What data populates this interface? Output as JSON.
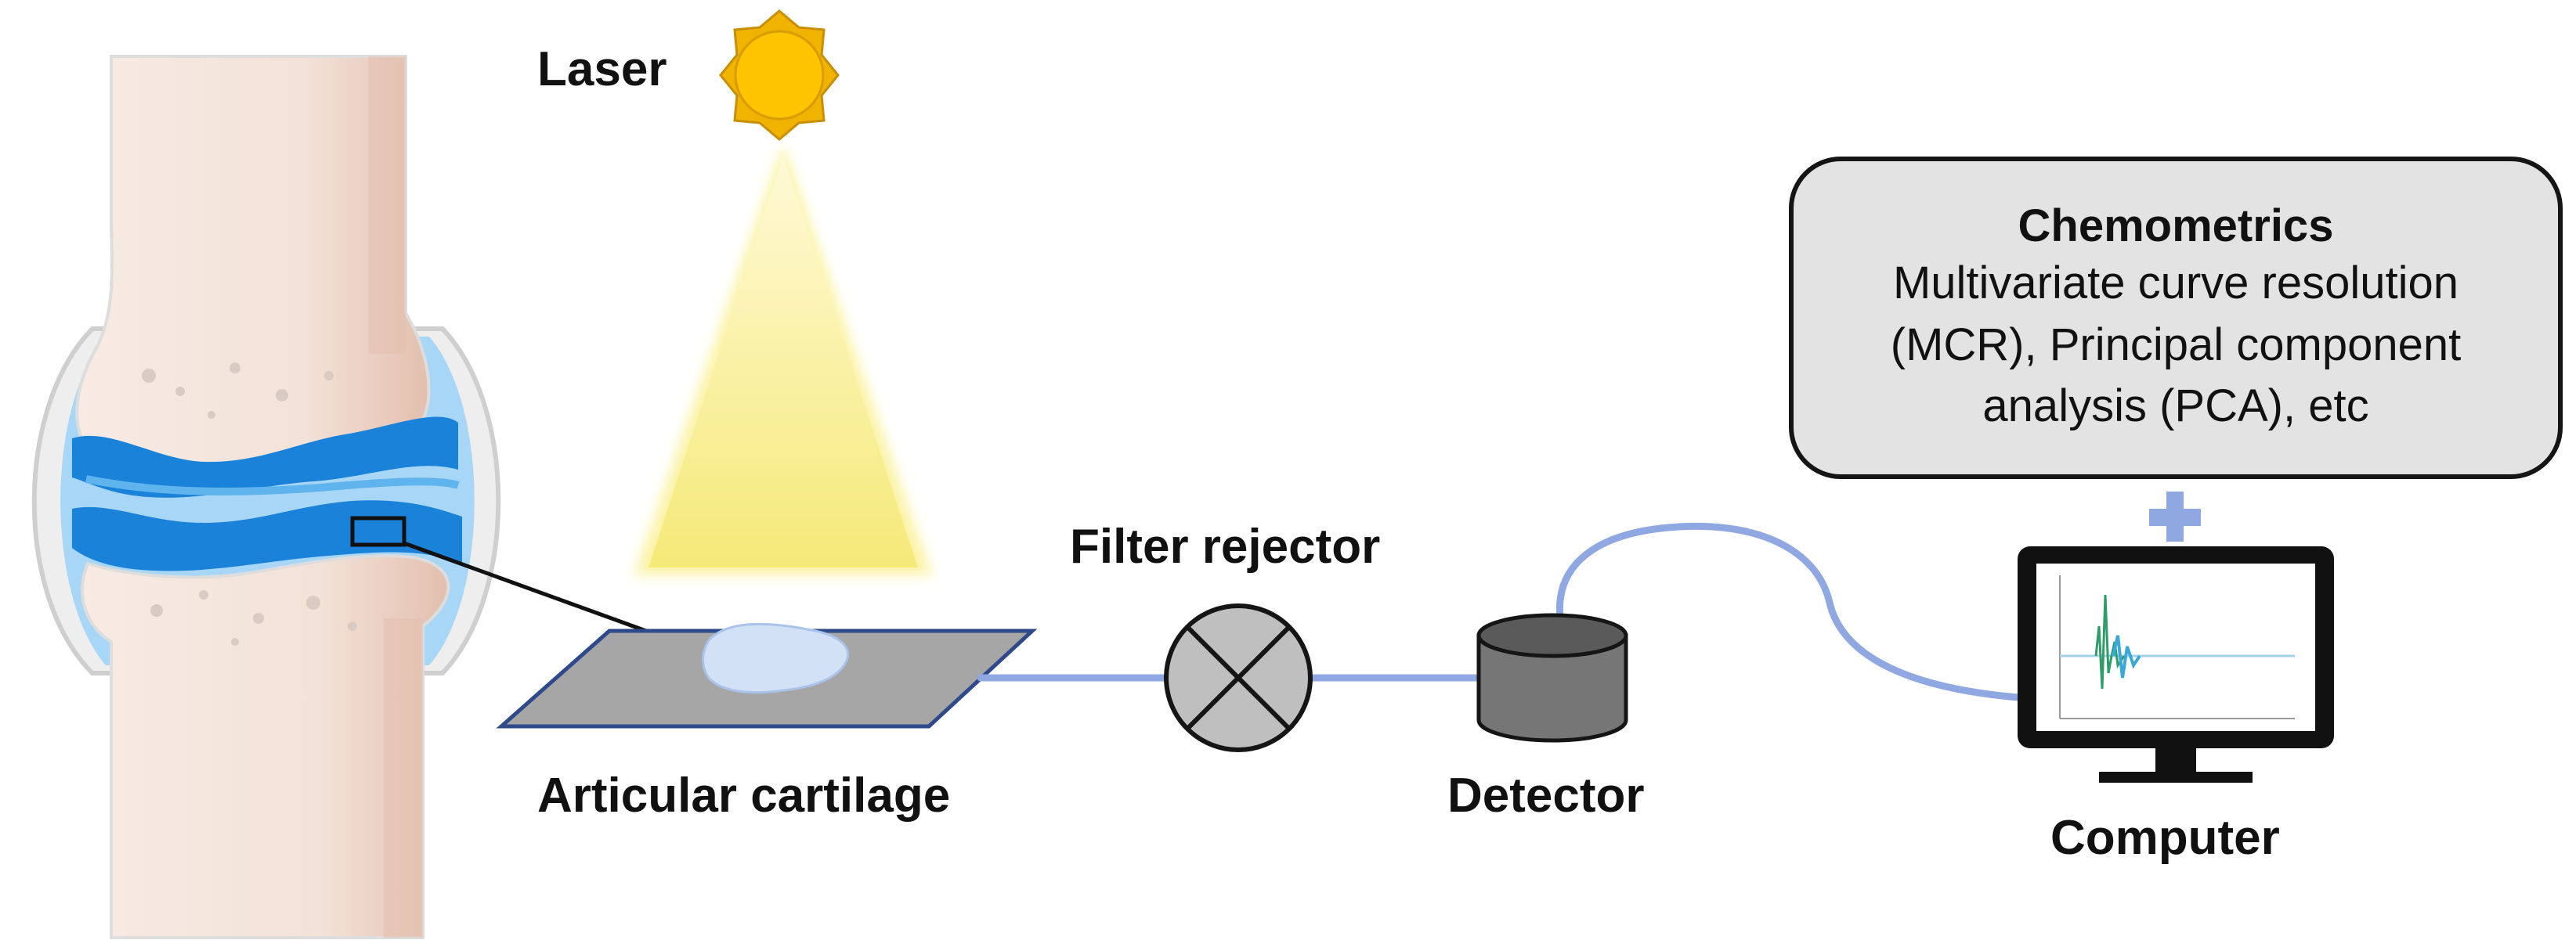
{
  "labels": {
    "laser": "Laser",
    "filter_rejector": "Filter rejector",
    "articular_cartilage": "Articular cartilage",
    "detector": "Detector",
    "computer": "Computer"
  },
  "chemometrics": {
    "title": "Chemometrics",
    "lines": [
      "Multivariate curve resolution",
      "(MCR), Principal component",
      "analysis (PCA), etc"
    ]
  },
  "icons": {
    "joint": "knee-joint-illustration",
    "laser": "sun-icon",
    "filter": "filter-rejector-icon",
    "detector": "detector-cylinder-icon",
    "computer": "monitor-icon",
    "plus": "plus-icon"
  },
  "colors": {
    "beam": "#f7eb8a",
    "cable": "#8fa8e2",
    "sample_plate": "#a6a6a6",
    "plate_border": "#2f4a8a",
    "cartilage": "#1a82d8",
    "bone": "#f5e6dd",
    "chemometrics_box": "#e3e3e3"
  }
}
